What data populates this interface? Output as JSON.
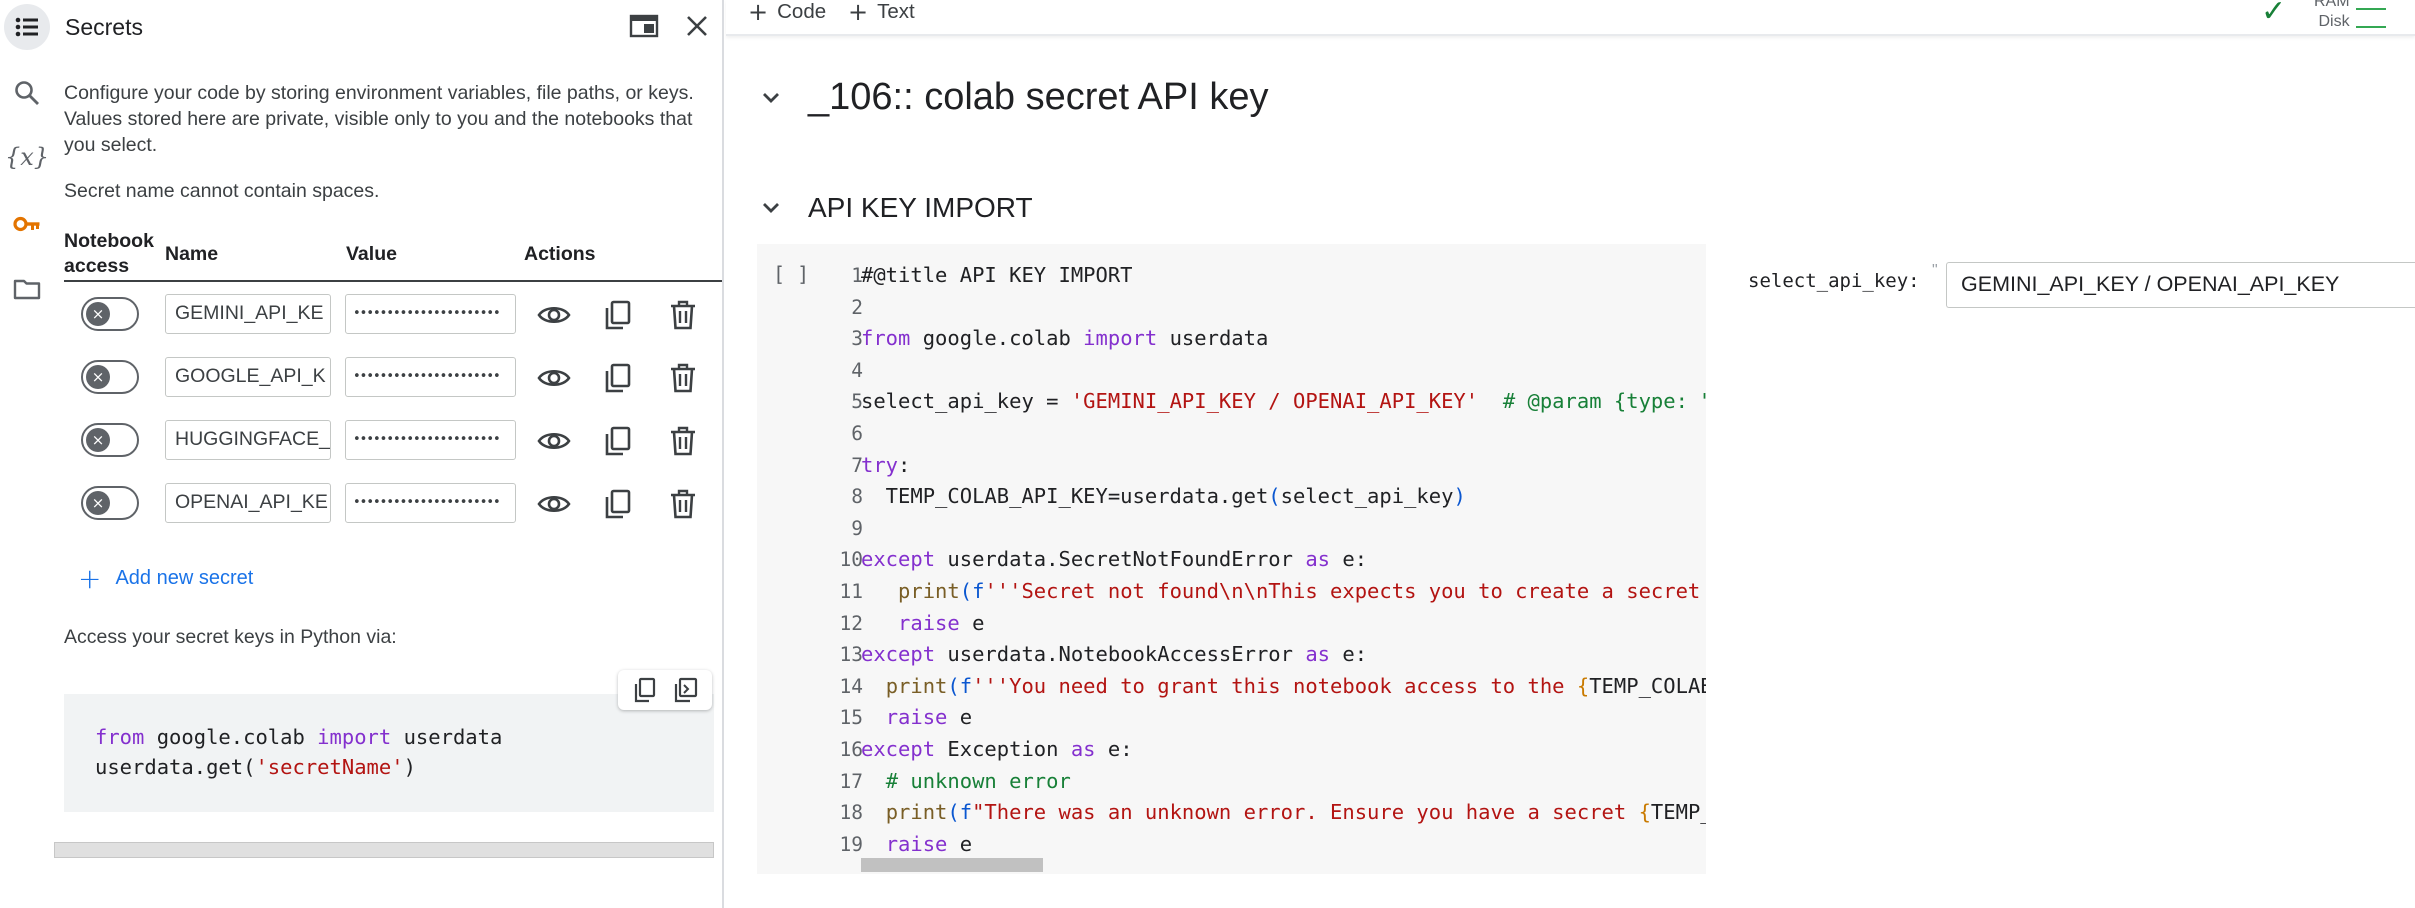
{
  "panel": {
    "title": "Secrets",
    "description": "Configure your code by storing environment variables, file paths, or keys. Values stored here are private, visible only to you and the notebooks that you select.",
    "name_note": "Secret name cannot contain spaces.",
    "columns": {
      "notebook_access_1": "Notebook",
      "notebook_access_2": "access",
      "name": "Name",
      "value": "Value",
      "actions": "Actions"
    },
    "secrets": [
      {
        "name": "GEMINI_API_KE",
        "value": "••••••••••••••••••••••",
        "access": false
      },
      {
        "name": "GOOGLE_API_K",
        "value": "••••••••••••••••••••••",
        "access": false
      },
      {
        "name": "HUGGINGFACE_",
        "value": "••••••••••••••••••••••",
        "access": false
      },
      {
        "name": "OPENAI_API_KE",
        "value": "••••••••••••••••••••••",
        "access": false
      }
    ],
    "toggle_glyph": "×",
    "add_plus": "+",
    "add_label": "Add new secret",
    "access_note": "Access your secret keys in Python via:",
    "snippet": {
      "l1_kw": "from",
      "l1_a": " google.colab ",
      "l1_kw2": "import",
      "l1_b": " userdata",
      "l2_a": "userdata.get(",
      "l2_str": "'secretName'",
      "l2_b": ")"
    }
  },
  "toolbar": {
    "plus": "+",
    "code_label": "Code",
    "text_label": "Text",
    "check": "✓",
    "ram_label": "RAM",
    "disk_label": "Disk"
  },
  "notebook": {
    "heading": "_106:: colab secret API key",
    "section": "API KEY IMPORT",
    "run_indicator": "[ ]",
    "line_numbers": [
      "1",
      "2",
      "3",
      "4",
      "5",
      "6",
      "7",
      "8",
      "9",
      "10",
      "11",
      "12",
      "13",
      "14",
      "15",
      "16",
      "17",
      "18",
      "19"
    ],
    "code": {
      "l1": "#@title API KEY IMPORT",
      "l3_kw": "from",
      "l3_a": " google.colab ",
      "l3_kw2": "import",
      "l3_b": " userdata",
      "l5_a": "select_api_key = ",
      "l5_str": "'GEMINI_API_KEY / OPENAI_API_KEY'",
      "l5_sp": "  ",
      "l5_c": "# @param {type: \"s",
      "l7_kw": "try",
      "l7_b": ":",
      "l8_a": "  TEMP_COLAB_API_KEY=userdata.get",
      "l8_p1": "(",
      "l8_b": "select_api_key",
      "l8_p2": ")",
      "l10_kw": "except",
      "l10_a": " userdata.SecretNotFoundError ",
      "l10_kw2": "as",
      "l10_b": " e:",
      "l11_ind": "   ",
      "l11_f": "print",
      "l11_p": "(",
      "l11_pf": "f",
      "l11_str": "'''Secret not found\\n\\nThis expects you to create a secret n",
      "l12_ind": "   ",
      "l12_kw": "raise",
      "l12_b": " e",
      "l13_kw": "except",
      "l13_a": " userdata.NotebookAccessError ",
      "l13_kw2": "as",
      "l13_b": " e:",
      "l14_ind": "  ",
      "l14_f": "print",
      "l14_p": "(",
      "l14_pf": "f",
      "l14_str": "'''You need to grant this notebook access to the ",
      "l14_br": "{",
      "l14_v": "TEMP_COLAB_",
      "l15_ind": "  ",
      "l15_kw": "raise",
      "l15_b": " e",
      "l16_kw": "except",
      "l16_a": " Exception ",
      "l16_kw2": "as",
      "l16_b": " e:",
      "l17_ind": "  ",
      "l17_c": "# unknown error",
      "l18_ind": "  ",
      "l18_f": "print",
      "l18_p": "(",
      "l18_pf": "f",
      "l18_str": "\"There was an unknown error. Ensure you have a secret ",
      "l18_br": "{",
      "l18_v": "TEMP_C",
      "l19_ind": "  ",
      "l19_kw": "raise",
      "l19_b": " e"
    },
    "form": {
      "label": "select_api_key:",
      "quote": "\"",
      "value": "GEMINI_API_KEY / OPENAI_API_KEY"
    }
  },
  "colors": {
    "keyword": "#8430ce",
    "string": "#b31412",
    "comment": "#188038",
    "link": "#1a73e8",
    "accent_key": "#e37400"
  },
  "icons": [
    "list-icon",
    "search-icon",
    "variables-icon",
    "key-icon",
    "folder-icon",
    "open-in-tab-icon",
    "close-icon",
    "eye-icon",
    "copy-icon",
    "trash-icon",
    "chevron-down-icon",
    "checkmark-icon"
  ]
}
